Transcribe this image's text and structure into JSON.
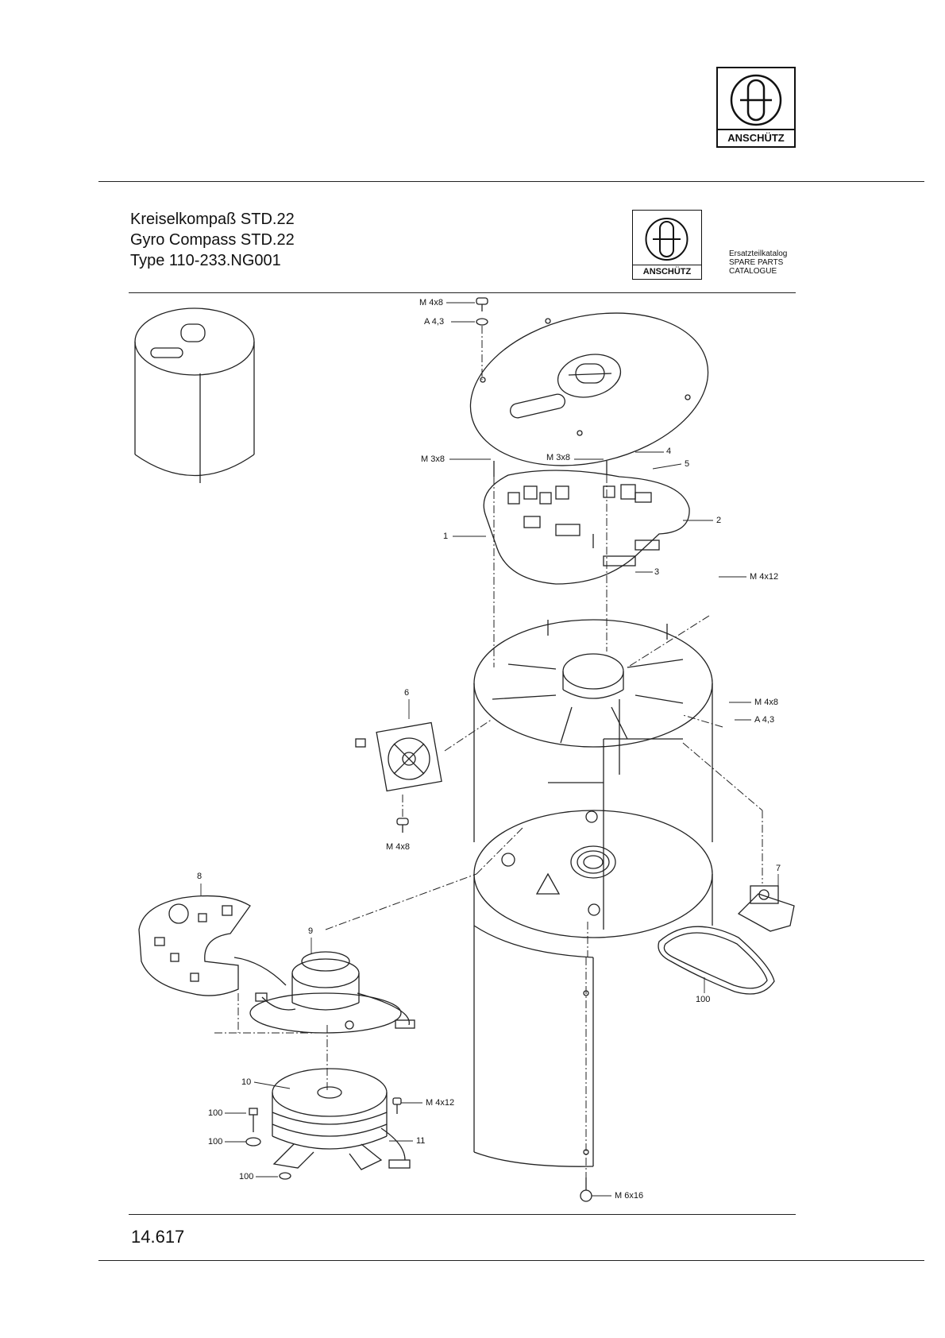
{
  "header": {
    "brand": "ANSCHÜTZ",
    "title_lines": [
      "Kreiselkompaß STD.22",
      "Gyro Compass STD.22",
      "Type 110-233.NG001"
    ],
    "catalogue_lines": [
      "Ersatzteilkatalog",
      "SPARE PARTS",
      "CATALOGUE"
    ]
  },
  "callouts": {
    "m4x8_top": "M 4x8",
    "a43_top": "A 4,3",
    "m3x8_left": "M 3x8",
    "m3x8_mid": "M 3x8",
    "p4": "4",
    "p5": "5",
    "p2": "2",
    "p1": "1",
    "p3": "3",
    "m4x12_right": "M 4x12",
    "p6": "6",
    "m4x8_right": "M 4x8",
    "a43_right": "A 4,3",
    "m4x8_fan": "M 4x8",
    "p7": "7",
    "p8": "8",
    "p9": "9",
    "p100_belt": "100",
    "p10": "10",
    "m4x12_bottom": "M 4x12",
    "p100_a": "100",
    "p100_b": "100",
    "p11": "11",
    "p100_c": "100",
    "m6x16": "M 6x16"
  },
  "footer": {
    "page_number": "14.617"
  }
}
